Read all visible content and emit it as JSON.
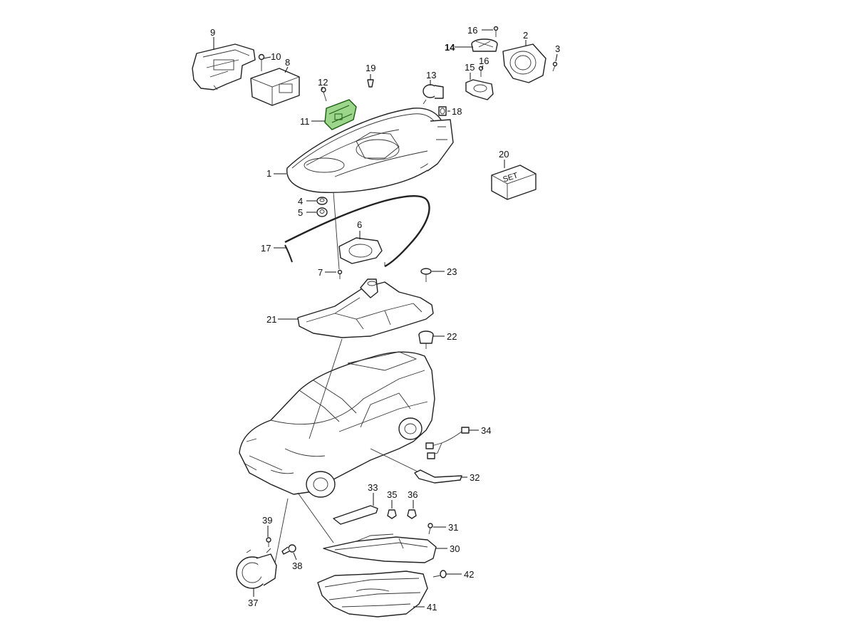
{
  "callouts": {
    "n1": "1",
    "n2": "2",
    "n3": "3",
    "n4": "4",
    "n5": "5",
    "n6": "6",
    "n7": "7",
    "n8": "8",
    "n9": "9",
    "n10": "10",
    "n11": "11",
    "n12": "12",
    "n13": "13",
    "n14": "14",
    "n15": "15",
    "n16a": "16",
    "n16b": "16",
    "n17": "17",
    "n18": "18",
    "n19": "19",
    "n20": "20",
    "n21": "21",
    "n22": "22",
    "n23": "23",
    "n30": "30",
    "n31": "31",
    "n32": "32",
    "n33": "33",
    "n34": "34",
    "n35": "35",
    "n36": "36",
    "n37": "37",
    "n38": "38",
    "n39": "39",
    "n41": "41",
    "n42": "42"
  },
  "set_box": {
    "text": "SET"
  },
  "colors": {
    "highlight": "#9bd68a",
    "line": "#222222"
  }
}
